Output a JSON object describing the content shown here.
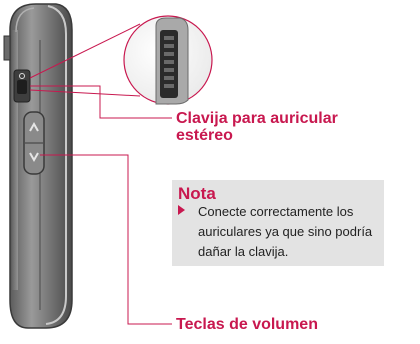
{
  "labels": {
    "jack_line1": "Clavija para auricular",
    "jack_line2": "estéreo",
    "volume_keys": "Teclas de volumen"
  },
  "note": {
    "title": "Nota",
    "text": "Conecte correctamente los auriculares ya que sino podría dañar la clavija."
  },
  "colors": {
    "accent": "#c8184f",
    "note_background": "#e3e3e3",
    "phone_body": "#7d7d7d"
  },
  "icons": {
    "jack_symbol": "headset-icon",
    "volume_up": "chevron-up-icon",
    "volume_down": "chevron-down-icon",
    "note_bullet": "triangle-bullet-icon"
  }
}
